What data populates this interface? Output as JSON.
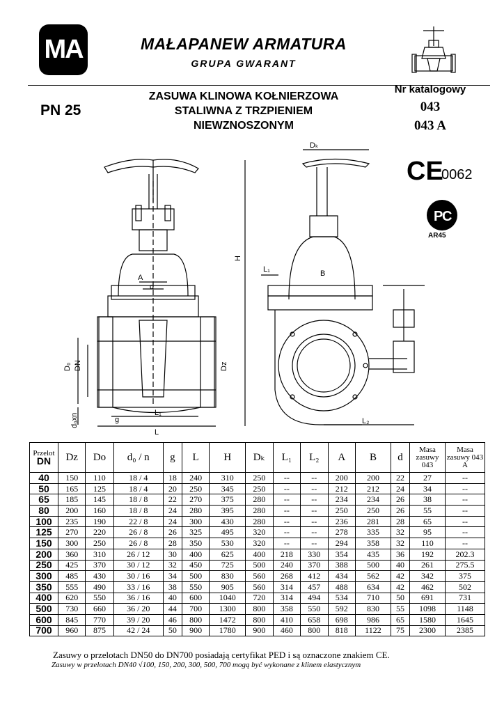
{
  "header": {
    "logo_text": "MA",
    "company": "MAŁAPANEW ARMATURA",
    "group": "GRUPA GWARANT",
    "pressure": "PN 25",
    "title_lines": [
      "ZASUWA  KLINOWA KOŁNIERZOWA",
      "STALIWNA Z TRZPIENIEM",
      "NIEWZNOSZONYM"
    ],
    "catalog_label": "Nr katalogowy",
    "catalog_numbers": [
      "043",
      "043 A"
    ]
  },
  "marks": {
    "ce_text": "CE",
    "notified_body": "0062",
    "gost_code": "AR45"
  },
  "drawing_labels": {
    "A": "A",
    "d": "d",
    "Do": "D₀",
    "DN": "DN",
    "Dz": "Dz",
    "don": "d₀xn",
    "g": "g",
    "L": "L",
    "L1": "L₁",
    "L2": "L₂",
    "H": "H",
    "Dk": "Dₖ",
    "B": "B"
  },
  "table": {
    "headers": {
      "dn_top": "Przelot",
      "dn": "DN",
      "dz": "Dz",
      "do": "Do",
      "don": "d₀ / n",
      "g": "g",
      "l": "L",
      "h": "H",
      "dk": "Dₖ",
      "l1": "L₁",
      "l2": "L₂",
      "a": "A",
      "b": "B",
      "d": "d",
      "mass043": "Masa zasuwy 043",
      "mass043a": "Masa zasuwy 043 A"
    },
    "rows": [
      [
        "40",
        "150",
        "110",
        "18 / 4",
        "18",
        "240",
        "310",
        "250",
        "--",
        "--",
        "200",
        "200",
        "22",
        "27",
        "--"
      ],
      [
        "50",
        "165",
        "125",
        "18 / 4",
        "20",
        "250",
        "345",
        "250",
        "--",
        "--",
        "212",
        "212",
        "24",
        "34",
        "--"
      ],
      [
        "65",
        "185",
        "145",
        "18 / 8",
        "22",
        "270",
        "375",
        "280",
        "--",
        "--",
        "234",
        "234",
        "26",
        "38",
        "--"
      ],
      [
        "80",
        "200",
        "160",
        "18 / 8",
        "24",
        "280",
        "395",
        "280",
        "--",
        "--",
        "250",
        "250",
        "26",
        "55",
        "--"
      ],
      [
        "100",
        "235",
        "190",
        "22 / 8",
        "24",
        "300",
        "430",
        "280",
        "--",
        "--",
        "236",
        "281",
        "28",
        "65",
        "--"
      ],
      [
        "125",
        "270",
        "220",
        "26 / 8",
        "26",
        "325",
        "495",
        "320",
        "--",
        "--",
        "278",
        "335",
        "32",
        "95",
        "--"
      ],
      [
        "150",
        "300",
        "250",
        "26 / 8",
        "28",
        "350",
        "530",
        "320",
        "--",
        "--",
        "294",
        "358",
        "32",
        "110",
        "--"
      ],
      [
        "200",
        "360",
        "310",
        "26 / 12",
        "30",
        "400",
        "625",
        "400",
        "218",
        "330",
        "354",
        "435",
        "36",
        "192",
        "202.3"
      ],
      [
        "250",
        "425",
        "370",
        "30 / 12",
        "32",
        "450",
        "725",
        "500",
        "240",
        "370",
        "388",
        "500",
        "40",
        "261",
        "275.5"
      ],
      [
        "300",
        "485",
        "430",
        "30 / 16",
        "34",
        "500",
        "830",
        "560",
        "268",
        "412",
        "434",
        "562",
        "42",
        "342",
        "375"
      ],
      [
        "350",
        "555",
        "490",
        "33 / 16",
        "38",
        "550",
        "905",
        "560",
        "314",
        "457",
        "488",
        "634",
        "42",
        "462",
        "502"
      ],
      [
        "400",
        "620",
        "550",
        "36 / 16",
        "40",
        "600",
        "1040",
        "720",
        "314",
        "494",
        "534",
        "710",
        "50",
        "691",
        "731"
      ],
      [
        "500",
        "730",
        "660",
        "36 / 20",
        "44",
        "700",
        "1300",
        "800",
        "358",
        "550",
        "592",
        "830",
        "55",
        "1098",
        "1148"
      ],
      [
        "600",
        "845",
        "770",
        "39 / 20",
        "46",
        "800",
        "1472",
        "800",
        "410",
        "658",
        "698",
        "986",
        "65",
        "1580",
        "1645"
      ],
      [
        "700",
        "960",
        "875",
        "42 / 24",
        "50",
        "900",
        "1780",
        "900",
        "460",
        "800",
        "818",
        "1122",
        "75",
        "2300",
        "2385"
      ]
    ]
  },
  "notes": {
    "line1": "Zasuwy o przelotach DN50 do DN700 posiadają certyfikat PED i są oznaczone znakiem CE.",
    "line2": "Zasuwy w przelotach DN40 √100, 150, 200, 300, 500, 700 mogą być wykonane z klinem elastycznym"
  }
}
